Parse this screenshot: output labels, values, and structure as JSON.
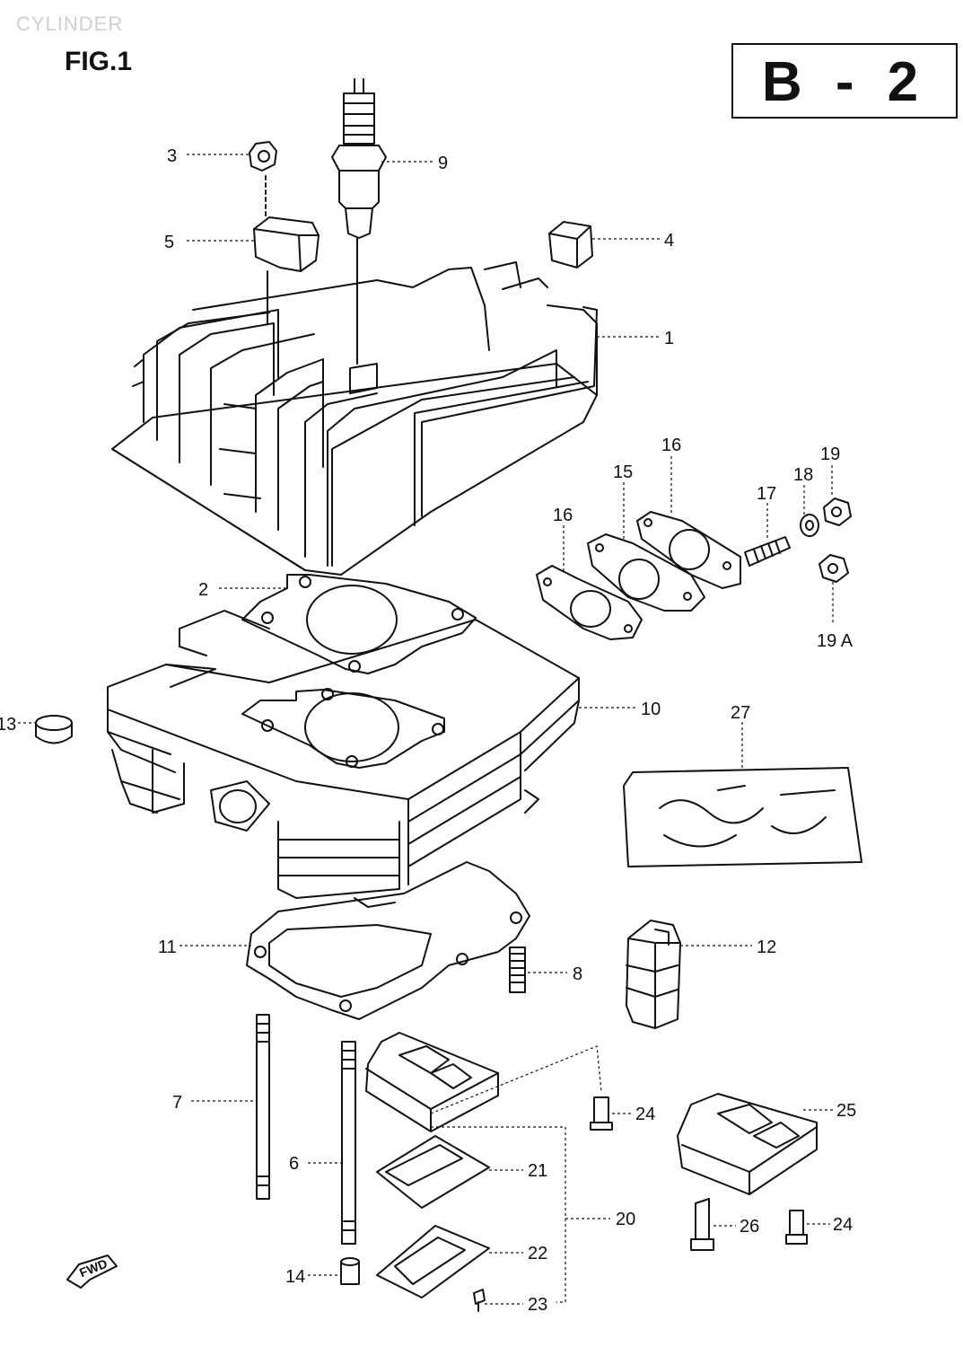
{
  "header": {
    "section_title": "CYLINDER",
    "figure_label": "FIG.1",
    "page_code": "B - 2"
  },
  "fwd_marker": {
    "label": "FWD"
  },
  "callouts": [
    {
      "id": "c1",
      "label": "1"
    },
    {
      "id": "c2",
      "label": "2"
    },
    {
      "id": "c3",
      "label": "3"
    },
    {
      "id": "c4",
      "label": "4"
    },
    {
      "id": "c5",
      "label": "5"
    },
    {
      "id": "c6",
      "label": "6"
    },
    {
      "id": "c7",
      "label": "7"
    },
    {
      "id": "c8",
      "label": "8"
    },
    {
      "id": "c9",
      "label": "9"
    },
    {
      "id": "c10",
      "label": "10"
    },
    {
      "id": "c11",
      "label": "11"
    },
    {
      "id": "c12",
      "label": "12"
    },
    {
      "id": "c13",
      "label": "13"
    },
    {
      "id": "c14",
      "label": "14"
    },
    {
      "id": "c15",
      "label": "15"
    },
    {
      "id": "c16a",
      "label": "16"
    },
    {
      "id": "c16b",
      "label": "16"
    },
    {
      "id": "c17",
      "label": "17"
    },
    {
      "id": "c18",
      "label": "18"
    },
    {
      "id": "c19",
      "label": "19"
    },
    {
      "id": "c19a",
      "label": "19 A"
    },
    {
      "id": "c20",
      "label": "20"
    },
    {
      "id": "c21",
      "label": "21"
    },
    {
      "id": "c22",
      "label": "22"
    },
    {
      "id": "c23",
      "label": "23"
    },
    {
      "id": "c24a",
      "label": "24"
    },
    {
      "id": "c24b",
      "label": "24"
    },
    {
      "id": "c25",
      "label": "25"
    },
    {
      "id": "c26",
      "label": "26"
    },
    {
      "id": "c27",
      "label": "27"
    }
  ]
}
